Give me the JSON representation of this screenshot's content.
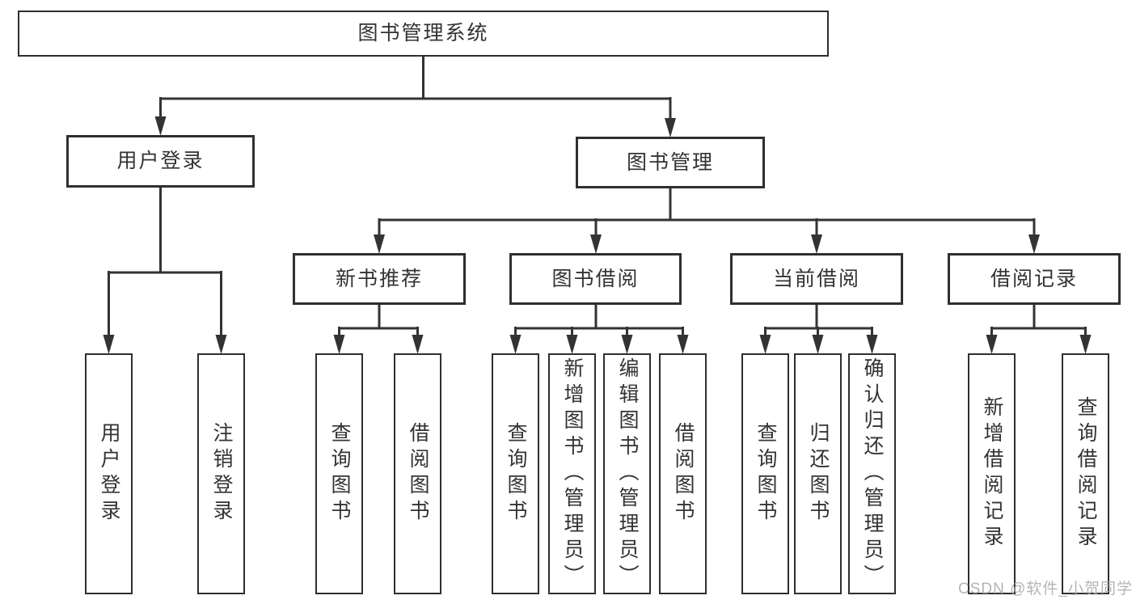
{
  "diagram": {
    "root": "图书管理系统",
    "level2": {
      "user_login": "用户登录",
      "book_mgmt": "图书管理"
    },
    "level3": {
      "new_book": "新书推荐",
      "borrow": "图书借阅",
      "current": "当前借阅",
      "records": "借阅记录"
    },
    "leaves": {
      "ul_login": "用户登录",
      "ul_logout": "注销登录",
      "nb_query": "查询图书",
      "nb_borrow": "借阅图书",
      "bb_query": "查询图书",
      "bb_add": "新增图书（管理员）",
      "bb_edit": "编辑图书（管理员）",
      "bb_borrow": "借阅图书",
      "cb_query": "查询图书",
      "cb_return": "归还图书",
      "cb_confirm": "确认归还（管理员）",
      "br_add": "新增借阅记录",
      "br_query": "查询借阅记录"
    }
  },
  "watermark": "CSDN @软件_小贺同学",
  "colors": {
    "line": "#333333",
    "box_border": "#2f2f2f",
    "text": "#333333",
    "background": "#ffffff",
    "watermark": "#a8a8a8"
  }
}
